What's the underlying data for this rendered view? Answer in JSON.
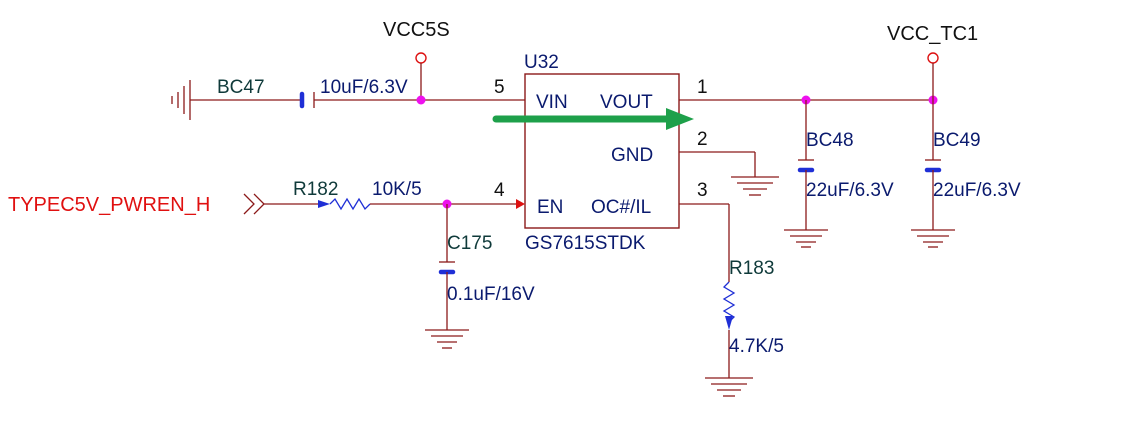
{
  "chip": {
    "ref": "U32",
    "part": "GS7615STDK",
    "pins": {
      "vin": "VIN",
      "vout": "VOUT",
      "gnd": "GND",
      "en": "EN",
      "oc": "OC#/IL"
    },
    "pin_numbers": {
      "vin": "5",
      "vout": "1",
      "gnd": "2",
      "en": "4",
      "oc": "3"
    }
  },
  "nets": {
    "vcc5s": "VCC5S",
    "vcc_tc1": "VCC_TC1",
    "port": "TYPEC5V_PWREN_H"
  },
  "components": {
    "bc47": {
      "ref": "BC47",
      "value": "10uF/6.3V"
    },
    "bc48": {
      "ref": "BC48",
      "value": "22uF/6.3V"
    },
    "bc49": {
      "ref": "BC49",
      "value": "22uF/6.3V"
    },
    "c175": {
      "ref": "C175",
      "value": "0.1uF/16V"
    },
    "r182": {
      "ref": "R182",
      "value": "10K/5"
    },
    "r183": {
      "ref": "R183",
      "value": "4.7K/5"
    }
  },
  "colors": {
    "wire": "#8c1a1a",
    "junction": "#ee11ee",
    "port_label": "#e01010",
    "flow_arrow": "#1ea04a"
  }
}
